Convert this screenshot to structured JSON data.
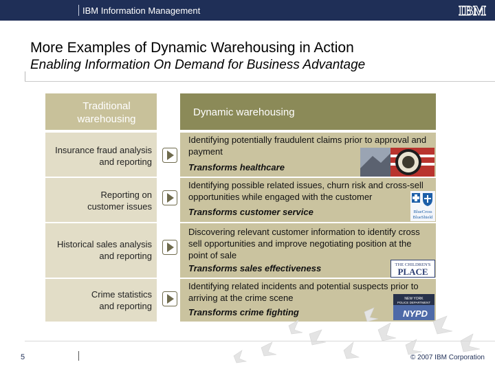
{
  "header": {
    "brand": "IBM Information Management",
    "logo_text": "IBM"
  },
  "slide": {
    "title": "More Examples of Dynamic Warehousing in Action",
    "subtitle": "Enabling Information On Demand for Business Advantage"
  },
  "table": {
    "left_header": "Traditional warehousing",
    "right_header": "Dynamic warehousing",
    "rows": [
      {
        "traditional": "Insurance fraud analysis and reporting",
        "dynamic": "Identifying potentially fraudulent claims prior to approval and payment",
        "outcome": "Transforms healthcare",
        "logo_icon": "health-seal-icon"
      },
      {
        "traditional": "Reporting on customer issues",
        "dynamic": "Identifying possible related issues, churn risk and cross-sell opportunities while engaged with the customer",
        "outcome": "Transforms customer service",
        "logo_icon": "blue-cross-blue-shield-icon",
        "logo_text": [
          "BlueCross",
          "BlueShield"
        ]
      },
      {
        "traditional": "Historical sales analysis and reporting",
        "dynamic": "Discovering relevant customer information to identify cross sell opportunities and improve negotiating position at the point of sale",
        "outcome": "Transforms sales effectiveness",
        "logo_icon": "childrens-place-icon",
        "logo_text": [
          "THE CHILDREN'S",
          "PLACE"
        ]
      },
      {
        "traditional": "Crime statistics and reporting",
        "dynamic": "Identifying related incidents and potential suspects prior to arriving at the crime scene",
        "outcome": "Transforms crime fighting",
        "logo_icon": "nypd-icon",
        "logo_text": [
          "NEW YORK",
          "POLICE DEPARTMENT",
          "NYPD"
        ]
      }
    ]
  },
  "footer": {
    "page_number": "5",
    "copyright": "© 2007 IBM Corporation"
  },
  "colors": {
    "top_bar": "#1f2f57",
    "left_header": "#c8c19a",
    "right_header": "#8b8a58",
    "left_cell": "#e2ddc7",
    "right_cell": "#cac39f"
  }
}
